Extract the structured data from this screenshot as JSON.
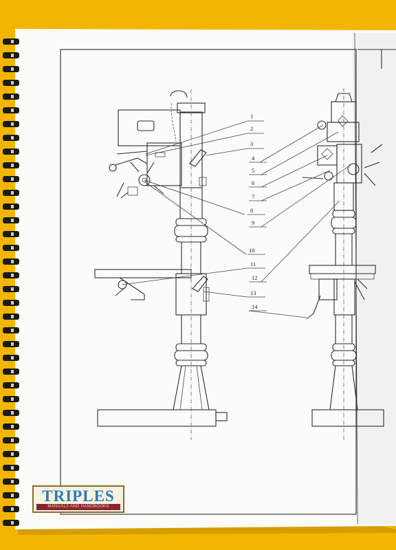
{
  "callouts": [
    {
      "id": "1",
      "label": "1"
    },
    {
      "id": "2",
      "label": "2"
    },
    {
      "id": "3",
      "label": "3"
    },
    {
      "id": "4",
      "label": "4"
    },
    {
      "id": "5",
      "label": "5"
    },
    {
      "id": "6",
      "label": "6"
    },
    {
      "id": "7",
      "label": "7"
    },
    {
      "id": "8",
      "label": "8"
    },
    {
      "id": "9",
      "label": "9"
    },
    {
      "id": "10",
      "label": "10"
    },
    {
      "id": "11",
      "label": "11"
    },
    {
      "id": "12",
      "label": "12"
    },
    {
      "id": "13",
      "label": "13"
    },
    {
      "id": "14",
      "label": "14"
    }
  ],
  "logo": {
    "brand": "TRIPLES",
    "tagline": "MANUALS AND HANDBOOKS"
  },
  "colors": {
    "background": "#f3b600",
    "paper": "#fbfbf8",
    "ink": "#2b2b2b",
    "logo_brand": "#2a7bbb",
    "logo_band": "#8b2330"
  }
}
